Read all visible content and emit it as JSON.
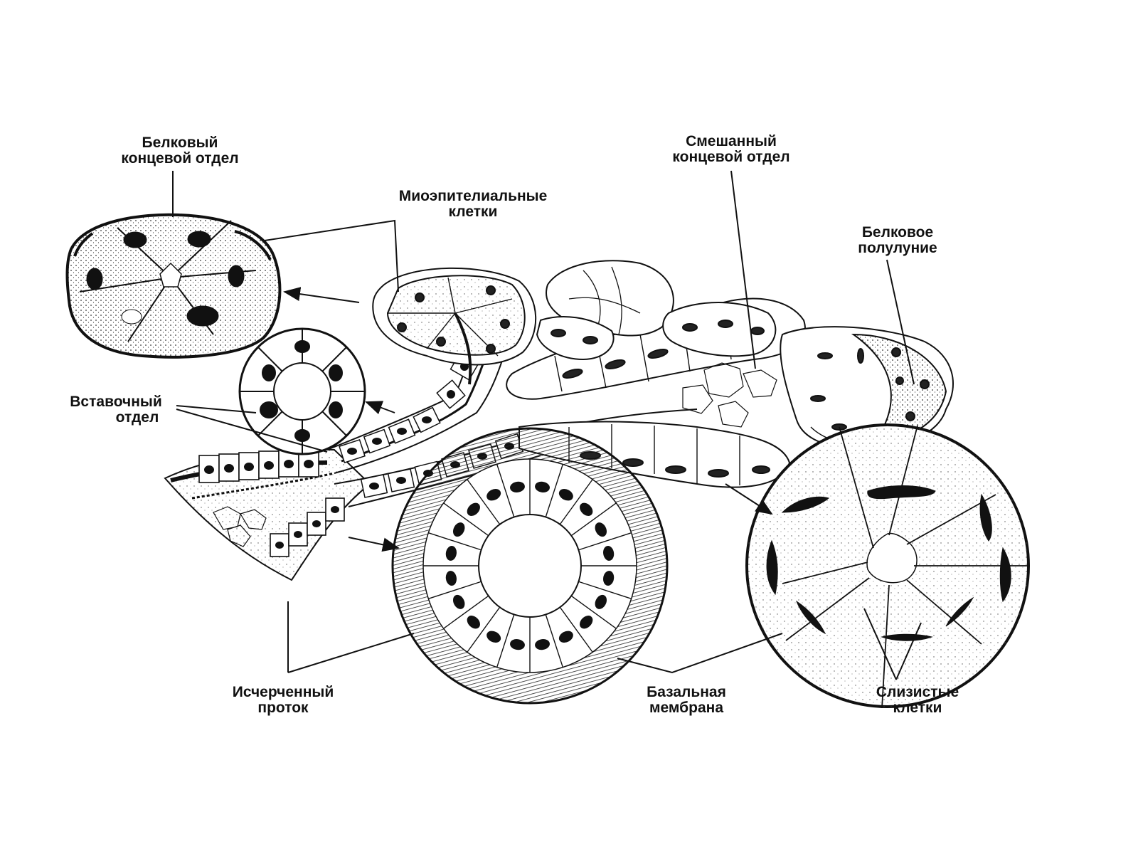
{
  "colors": {
    "ink": "#111111",
    "paper": "#ffffff",
    "stipple": "#333333"
  },
  "labels": {
    "protein_end": {
      "line1": "Белковый",
      "line2": "концевой отдел"
    },
    "myoepithelial": {
      "line1": "Миоэпителиальные",
      "line2": "клетки"
    },
    "mixed_end": {
      "line1": "Смешанный",
      "line2": "концевой отдел"
    },
    "protein_crescent": {
      "line1": "Белковое",
      "line2": "полулуние"
    },
    "intercalated": {
      "line1": "Вставочный",
      "line2": "отдел"
    },
    "striated_duct": {
      "line1": "Исчерченный",
      "line2": "проток"
    },
    "basal_membrane": {
      "line1": "Базальная",
      "line2": "мембрана"
    },
    "mucous_cells": {
      "line1": "Слизистые",
      "line2": "клетки"
    }
  }
}
